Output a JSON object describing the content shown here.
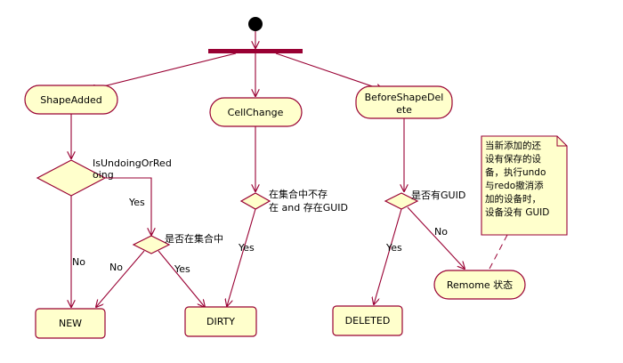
{
  "states": {
    "shape_added": "ShapeAdded",
    "cell_change": "CellChange",
    "before_delete_line1": "BeforeShapeDel",
    "before_delete_line2": "ete",
    "new": "NEW",
    "dirty": "DIRTY",
    "deleted": "DELETED",
    "remome": "Remome 状态"
  },
  "decisions": {
    "undo_line1": "IsUndoingOrRed",
    "undo_line2": "oing",
    "in_set": "是否在集合中",
    "cell_line1": "在集合中不存",
    "cell_line2": "在 and 存在GUID",
    "has_guid": "是否有GUID"
  },
  "guards": {
    "no_undo": "No",
    "yes_undo": "Yes",
    "no_in_set": "No",
    "yes_in_set": "Yes",
    "yes_cell": "Yes",
    "yes_guid": "Yes",
    "no_guid": "No"
  },
  "note": {
    "lines": [
      "当新添加的还",
      "设有保存的设",
      "备，执行undo",
      "与redo撤消添",
      "加的设备时，",
      "设备没有 GUID"
    ]
  },
  "colors": {
    "line": "#990033",
    "state_fill": "#ffffcc",
    "bar": "#990033"
  }
}
